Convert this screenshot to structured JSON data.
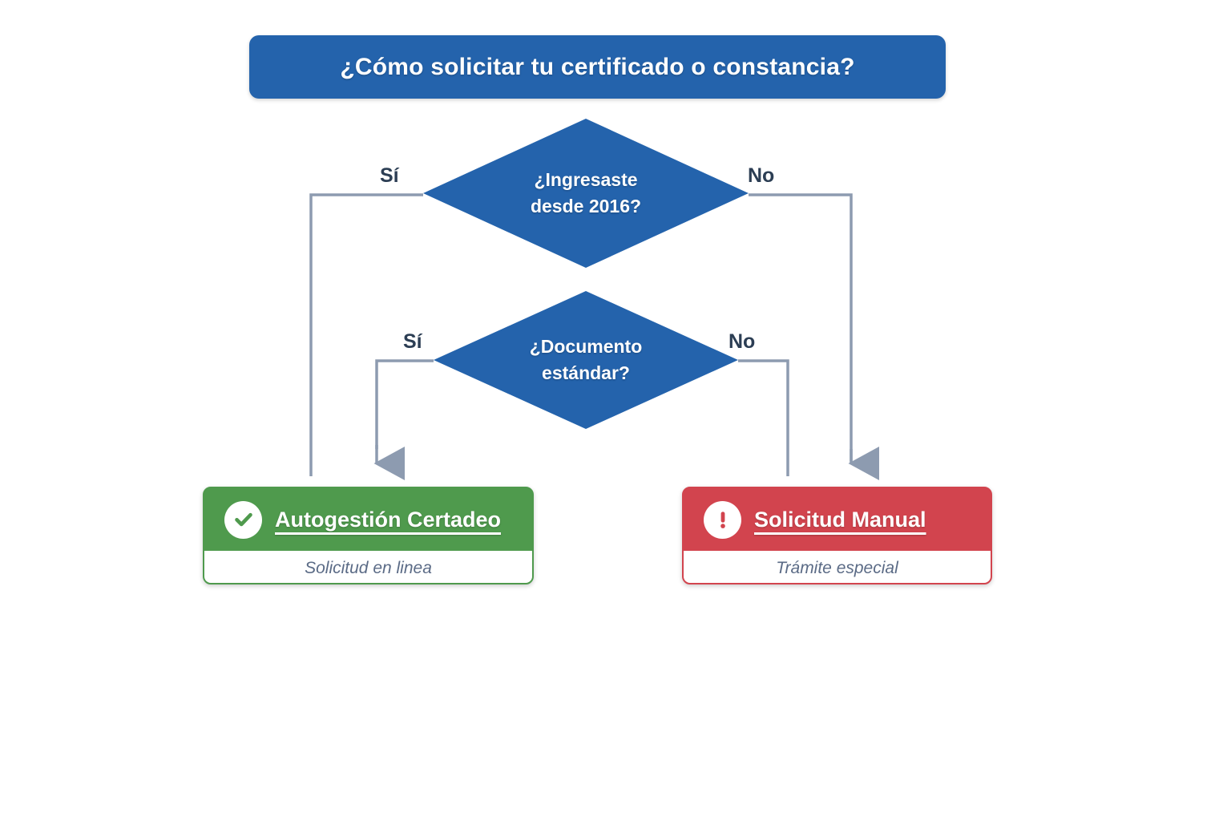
{
  "title": {
    "text": "¿Cómo solicitar tu certificado o constancia?",
    "color": "#2463ac"
  },
  "decisions": [
    {
      "id": "ingreso-year",
      "text": "¿Ingresaste\ndesde 2016?",
      "yes_label": "Sí",
      "no_label": "No",
      "color": "#2463ac"
    },
    {
      "id": "documento-estandar",
      "text": "¿Documento\nestándar?",
      "yes_label": "Sí",
      "no_label": "No",
      "color": "#2463ac"
    }
  ],
  "results": [
    {
      "id": "autogestion",
      "title": "Autogestión Certadeo",
      "subtitle": "Solicitud en linea",
      "icon": "check-circle-icon",
      "color": "#4f9a4d"
    },
    {
      "id": "manual",
      "title": "Solicitud Manual",
      "subtitle": "Trámite especial",
      "icon": "exclamation-circle-icon",
      "color": "#d2444e"
    }
  ],
  "connectors": {
    "color": "#8d9bb0"
  }
}
